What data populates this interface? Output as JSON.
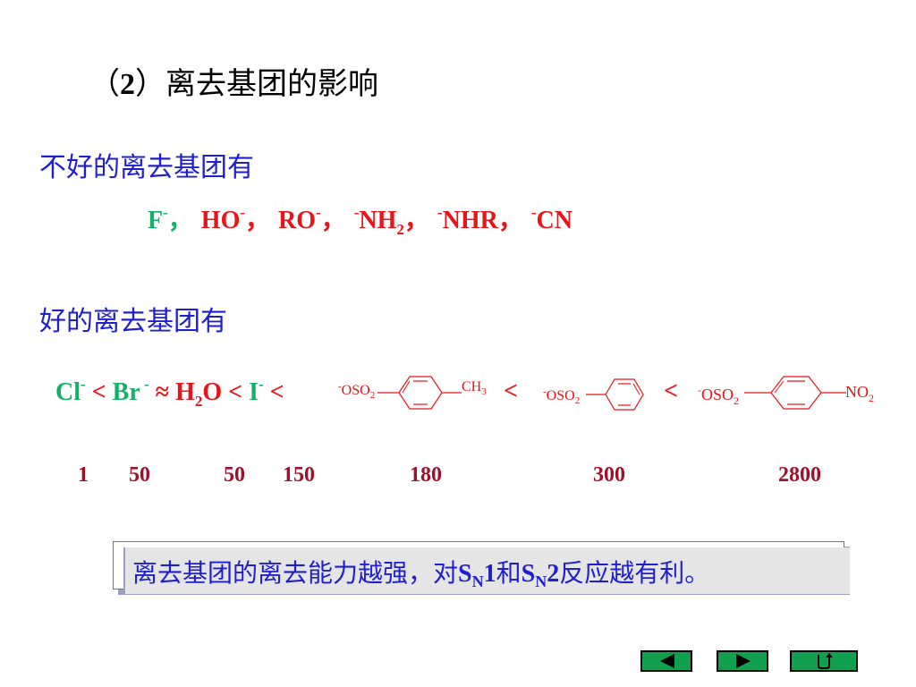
{
  "title": {
    "paren_open": "（",
    "number": "2",
    "paren_close": "）",
    "text": "离去基团的影响"
  },
  "bad_heading": "不好的离去基团有",
  "bad_groups": [
    {
      "pre_sup": "",
      "base": "F",
      "post_sup": "-",
      "sub": "",
      "sep": "，",
      "color": "#13b06a"
    },
    {
      "pre_sup": "",
      "base": "HO",
      "post_sup": "-",
      "sub": "",
      "sep": "，",
      "color": "#e8141a"
    },
    {
      "pre_sup": "",
      "base": "RO",
      "post_sup": "-",
      "sub": "",
      "sep": "，",
      "color": "#e8141a"
    },
    {
      "pre_sup": "-",
      "base": "NH",
      "post_sup": "",
      "sub": "2",
      "sep": "，",
      "color": "#e8141a"
    },
    {
      "pre_sup": "-",
      "base": "NHR",
      "post_sup": "",
      "sub": "",
      "sep": "，",
      "color": "#e8141a"
    },
    {
      "pre_sup": "-",
      "base": "CN",
      "post_sup": "",
      "sub": "",
      "sep": "",
      "color": "#e8141a"
    }
  ],
  "good_heading": "好的离去基团有",
  "sequence": {
    "cl": "Cl",
    "cl_sup": "-",
    "lt1": " < ",
    "br": "Br",
    "br_sup": " -",
    "approx": " ≈ ",
    "h2o_h": "H",
    "h2o_sub": "2",
    "h2o_o": "O",
    "lt2": " < ",
    "i": "I",
    "i_sup": "-",
    "lt3": " <",
    "lt4": "<",
    "lt5": "<"
  },
  "structures": {
    "tosylate": {
      "charge": "-",
      "group": "OSO",
      "sub": "2",
      "substituent": "CH",
      "sub_sub": "3"
    },
    "benzenesulfonate": {
      "charge": "-",
      "group": "OSO",
      "sub": "2"
    },
    "nosylate": {
      "charge": "-",
      "group": "OSO",
      "sub": "2",
      "substituent": "NO",
      "sub_sub": "2"
    }
  },
  "rates": [
    "1",
    "50",
    "50",
    "150",
    "180",
    "300",
    "2800"
  ],
  "note": {
    "part1": "离去基团的离去能力越强，对",
    "s1": "S",
    "n1": "N",
    "one": "1",
    "and": "和",
    "s2": "S",
    "n2": "N",
    "two": "2",
    "part2": "反应越有利。"
  },
  "nav": {
    "prev": "previous",
    "next": "next",
    "return": "return"
  },
  "colors": {
    "heading_blue": "#1f1fcf",
    "red": "#e8141a",
    "green": "#13b06a",
    "rate": "#a0102a",
    "nav_green": "#10a050"
  }
}
